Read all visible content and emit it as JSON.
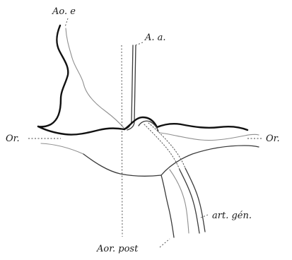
{
  "labels": {
    "ao_e": "Ao. e",
    "a_a": "A. a.",
    "or_left": "Or.",
    "or_right": "Or.",
    "art_gen": "art. gén.",
    "aor_post": "Aor. post"
  }
}
